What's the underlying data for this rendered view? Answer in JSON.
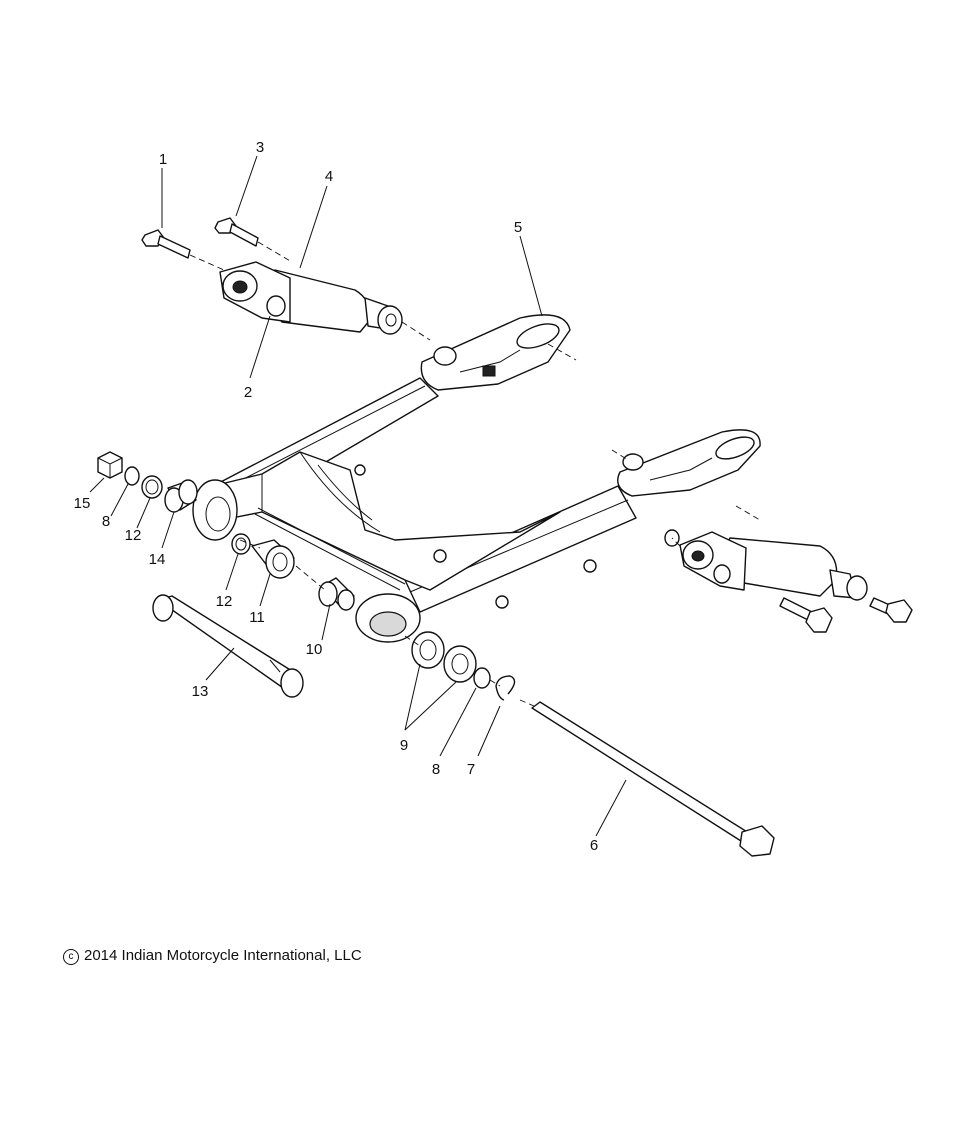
{
  "callouts": {
    "c1": "1",
    "c2": "2",
    "c3": "3",
    "c4": "4",
    "c5": "5",
    "c6": "6",
    "c7": "7",
    "c8a": "8",
    "c8b": "8",
    "c9": "9",
    "c10": "10",
    "c11": "11",
    "c12a": "12",
    "c12b": "12",
    "c13": "13",
    "c14": "14",
    "c15": "15"
  },
  "copyright": {
    "symbol": "c",
    "text": "2014 Indian Motorcycle International, LLC"
  }
}
